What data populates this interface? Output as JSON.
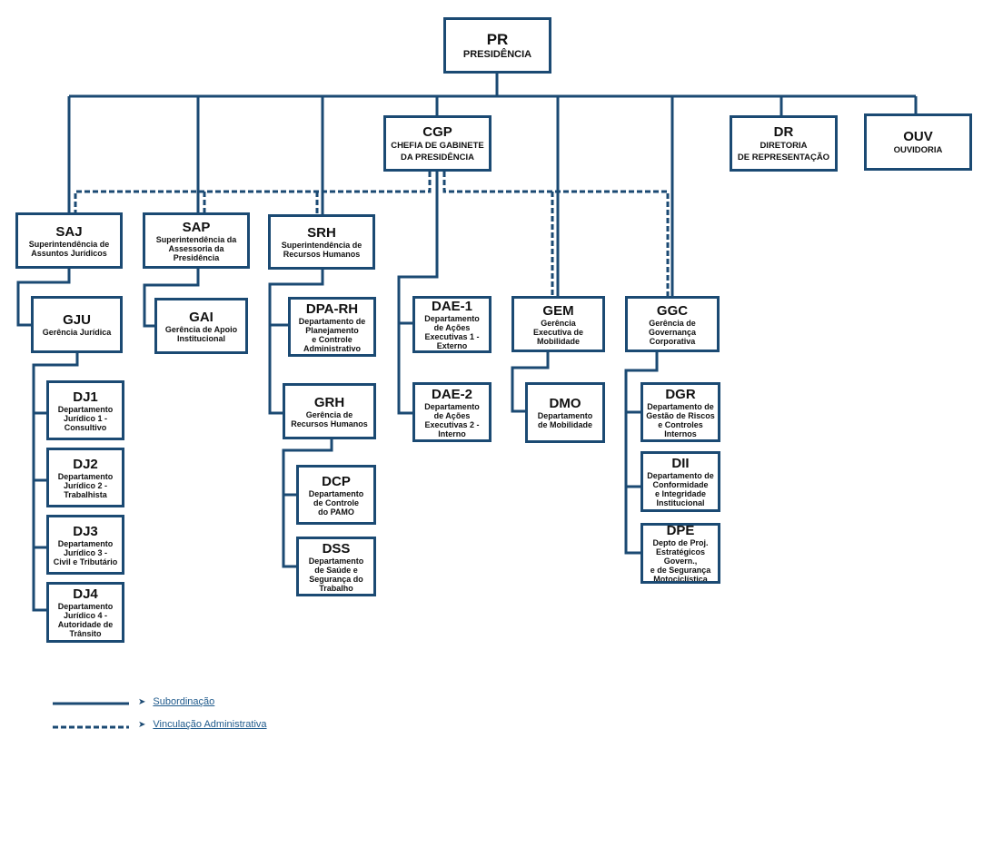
{
  "boxes": {
    "pr": {
      "code": "PR",
      "name": "PRESIDÊNCIA"
    },
    "cgp": {
      "code": "CGP",
      "name": "CHEFIA DE GABINETE\nDA PRESIDÊNCIA"
    },
    "dr": {
      "code": "DR",
      "name": "DIRETORIA\nDE REPRESENTAÇÃO"
    },
    "ouv": {
      "code": "OUV",
      "name": "OUVIDORIA"
    },
    "saj": {
      "code": "SAJ",
      "name": "Superintendência de\nAssuntos Jurídicos"
    },
    "sap": {
      "code": "SAP",
      "name": "Superintendência da\nAssessoria da\nPresidência"
    },
    "srh": {
      "code": "SRH",
      "name": "Superintendência de\nRecursos Humanos"
    },
    "gju": {
      "code": "GJU",
      "name": "Gerência Jurídica"
    },
    "gai": {
      "code": "GAI",
      "name": "Gerência de Apoio\nInstitucional"
    },
    "dparh": {
      "code": "DPA-RH",
      "name": "Departamento de\nPlanejamento\ne Controle\nAdministrativo"
    },
    "grh": {
      "code": "GRH",
      "name": "Gerência de\nRecursos Humanos"
    },
    "dcp": {
      "code": "DCP",
      "name": "Departamento\nde Controle\ndo PAMO"
    },
    "dss": {
      "code": "DSS",
      "name": "Departamento\nde Saúde e\nSegurança do\nTrabalho"
    },
    "dae1": {
      "code": "DAE-1",
      "name": "Departamento\nde Ações\nExecutivas 1 -\nExterno"
    },
    "dae2": {
      "code": "DAE-2",
      "name": "Departamento\nde Ações\nExecutivas 2 -\nInterno"
    },
    "gem": {
      "code": "GEM",
      "name": "Gerência\nExecutiva de\nMobilidade"
    },
    "dmo": {
      "code": "DMO",
      "name": "Departamento\nde Mobilidade"
    },
    "ggc": {
      "code": "GGC",
      "name": "Gerência de\nGovernança\nCorporativa"
    },
    "dgr": {
      "code": "DGR",
      "name": "Departamento de\nGestão de Riscos\ne Controles\nInternos"
    },
    "dii": {
      "code": "DII",
      "name": "Departamento de\nConformidade\ne Integridade\nInstitucional"
    },
    "dpe": {
      "code": "DPE",
      "name": "Depto de Proj.\nEstratégicos\nGovern.,\ne de Segurança\nMotociclística"
    },
    "dj1": {
      "code": "DJ1",
      "name": "Departamento\nJurídico 1 -\nConsultivo"
    },
    "dj2": {
      "code": "DJ2",
      "name": "Departamento\nJurídico 2 -\nTrabalhista"
    },
    "dj3": {
      "code": "DJ3",
      "name": "Departamento\nJurídico 3 -\nCivil e Tributário"
    },
    "dj4": {
      "code": "DJ4",
      "name": "Departamento\nJurídico 4 -\nAutoridade de\nTrânsito"
    }
  },
  "legend": {
    "subordination": "Subordinação",
    "administrative": "Vinculação Administrativa"
  },
  "colors": {
    "line": "#1b4a73",
    "link": "#1f5a8c"
  }
}
